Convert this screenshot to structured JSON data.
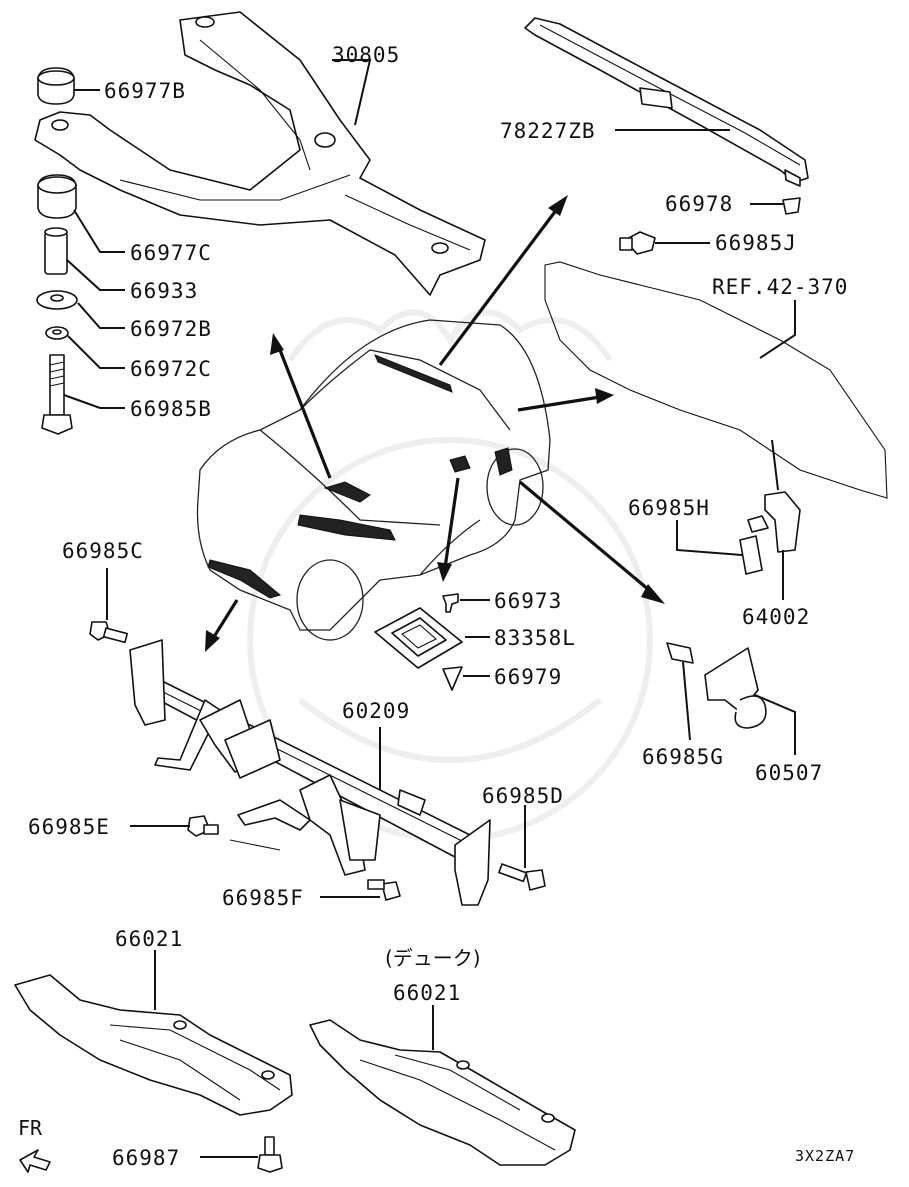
{
  "diagram": {
    "parts": {
      "p30805": "30805",
      "p66977B": "66977B",
      "p66977C": "66977C",
      "p66933": "66933",
      "p66972B": "66972B",
      "p66972C": "66972C",
      "p66985B": "66985B",
      "p78227ZB": "78227ZB",
      "p66978": "66978",
      "p66985J": "66985J",
      "ref42370": "REF.42-370",
      "p66985H": "66985H",
      "p64002": "64002",
      "p66985C": "66985C",
      "p66973": "66973",
      "p83358L": "83358L",
      "p66979": "66979",
      "p60209": "60209",
      "p66985G": "66985G",
      "p60507": "60507",
      "p66985D": "66985D",
      "p66985E": "66985E",
      "p66985F": "66985F",
      "p66021a": "66021",
      "p66021b": "66021",
      "duke": "(デューク)",
      "p66987": "66987"
    },
    "front_marker": "FR",
    "diagram_code": "3X2ZA7"
  }
}
